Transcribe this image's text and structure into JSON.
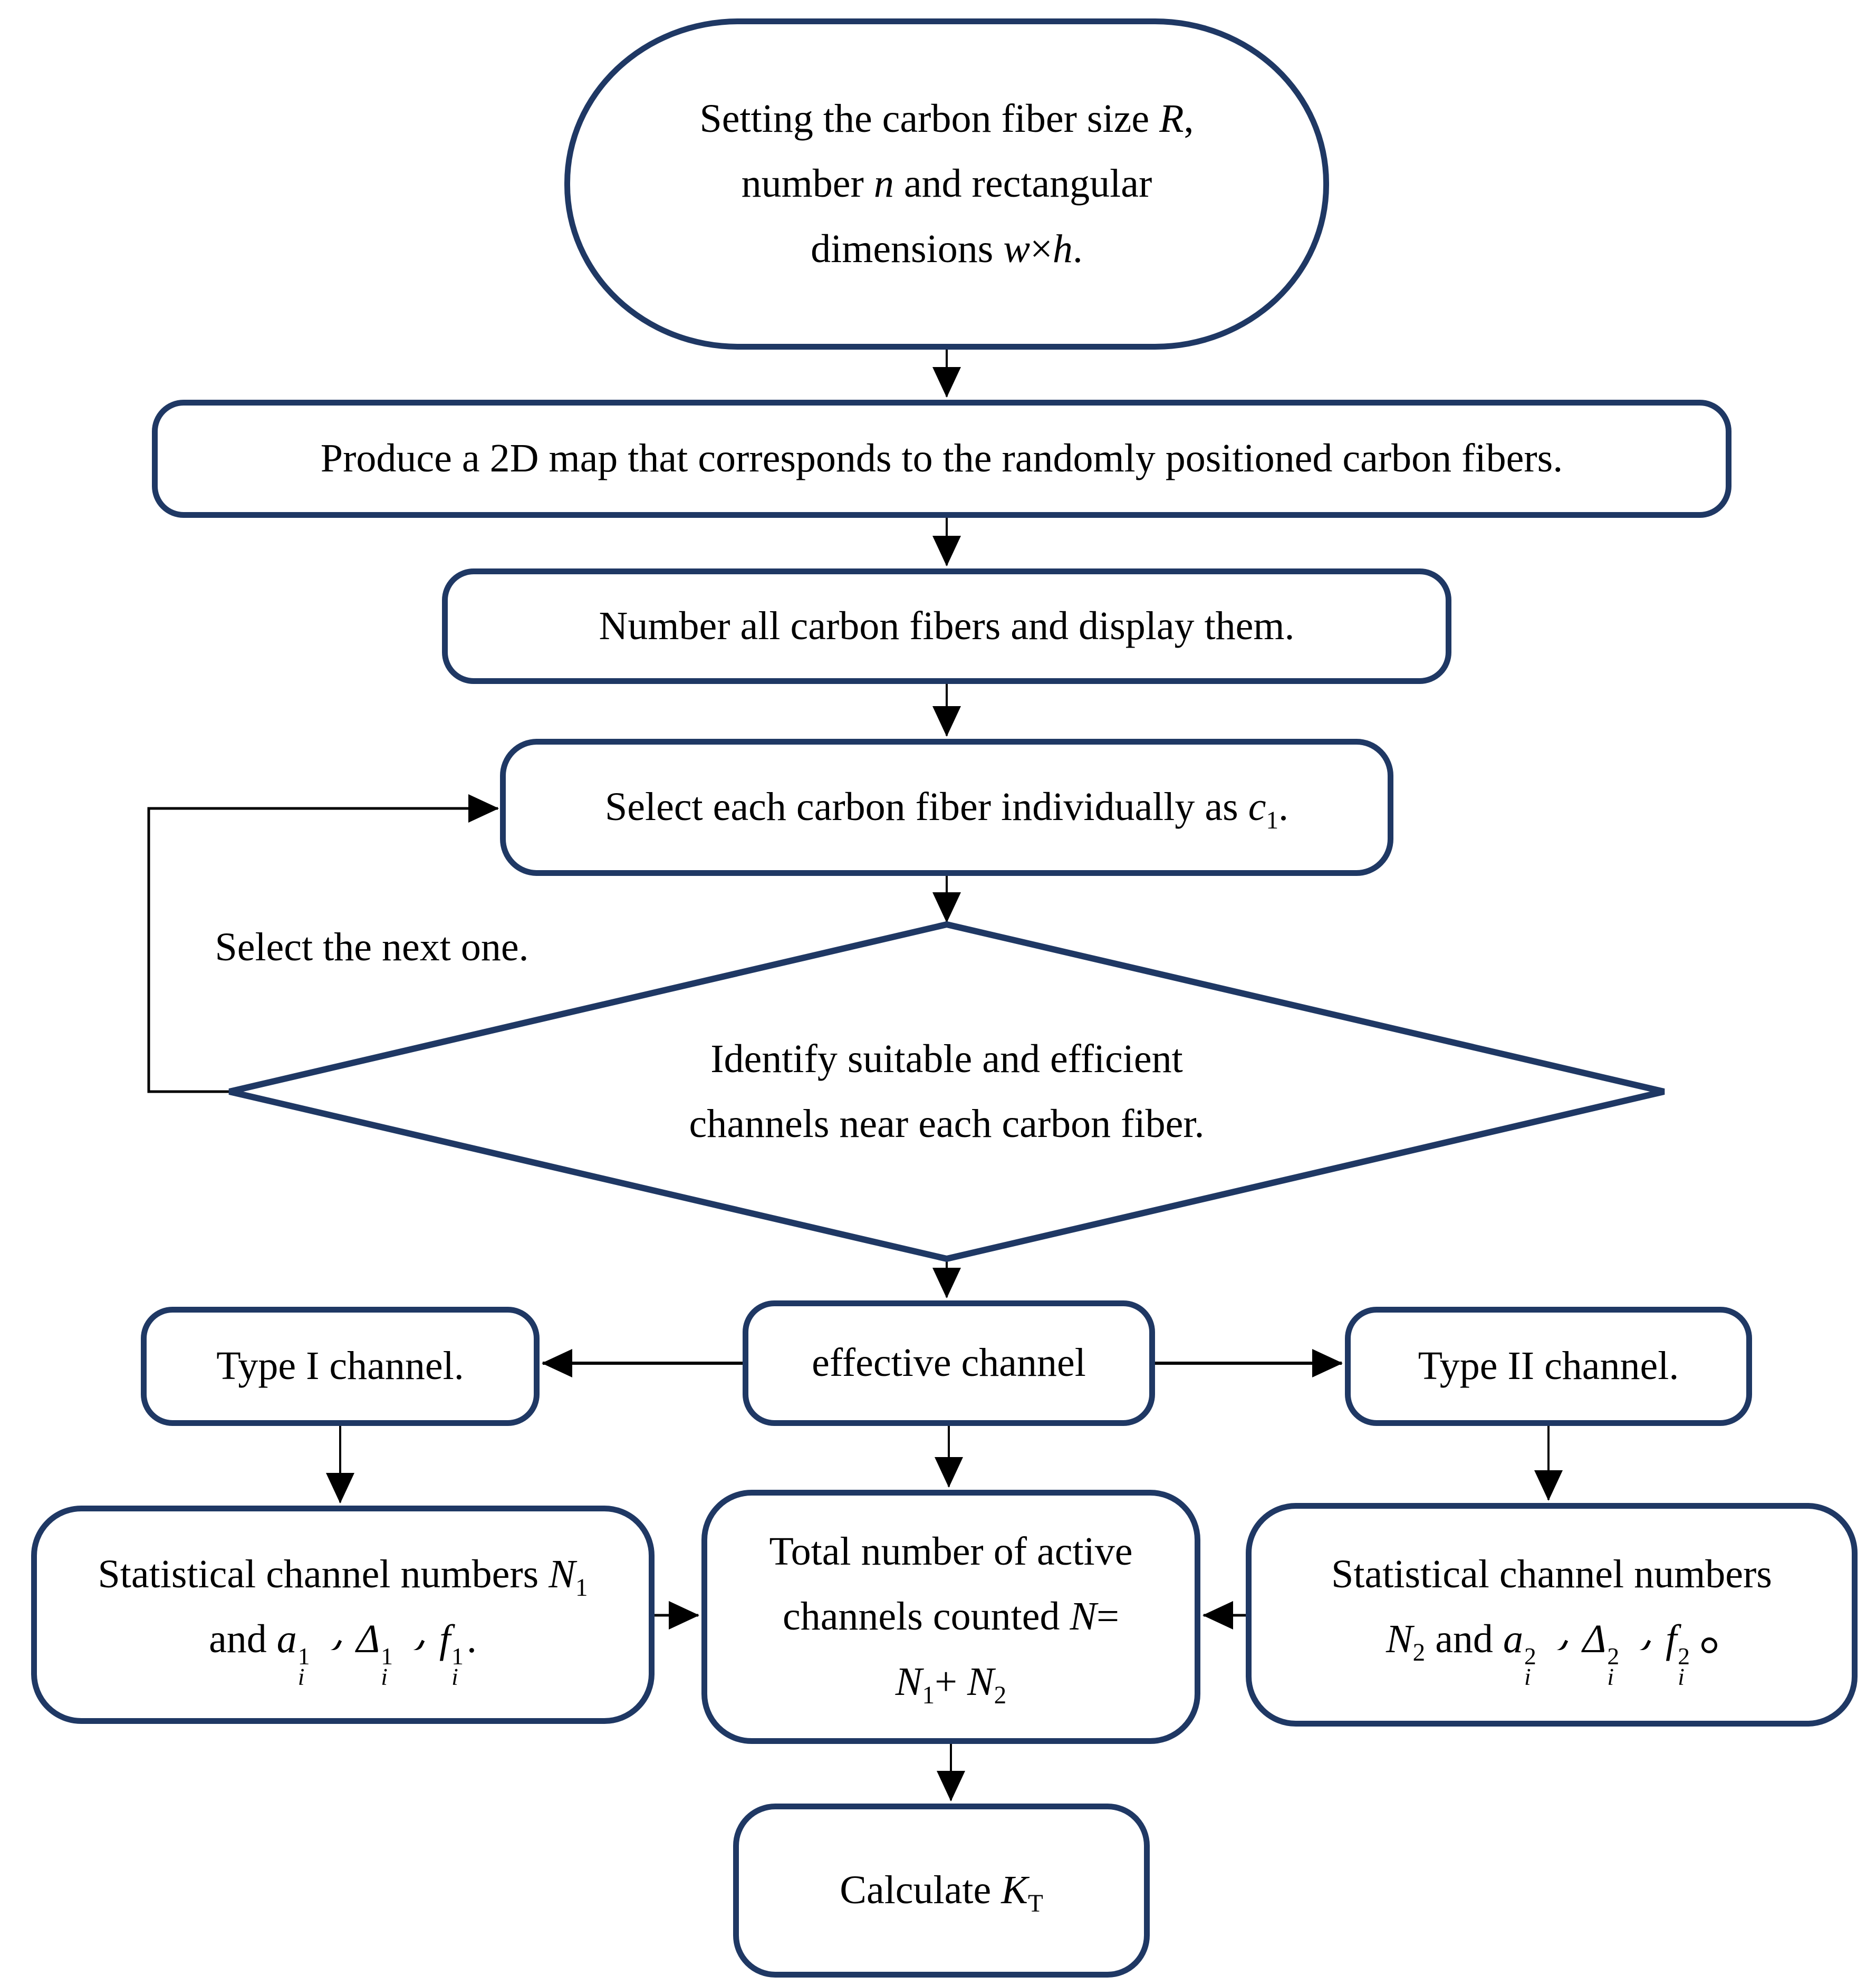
{
  "palette": {
    "border": "#1f3864",
    "line": "#000000",
    "background": "#ffffff",
    "text": "#000000"
  },
  "labels": {
    "produce_map": "Produce a 2D map that corresponds to the randomly positioned carbon fibers.",
    "number_fibers": "Number all carbon fibers and display them.",
    "select_next": "Select the next one.",
    "diamond_line1": "Identify suitable and efficient",
    "diamond_line2": "channels near each carbon fiber.",
    "type1": "Type I channel.",
    "effective": "effective channel",
    "type2": "Type II channel."
  },
  "rich": {
    "start": [
      [
        {
          "t": "text",
          "v": "Setting the carbon fiber size "
        },
        {
          "t": "var",
          "v": "R"
        },
        {
          "t": "text",
          "v": ","
        }
      ],
      [
        {
          "t": "text",
          "v": "number "
        },
        {
          "t": "var",
          "v": "n"
        },
        {
          "t": "text",
          "v": " and rectangular"
        }
      ],
      [
        {
          "t": "text",
          "v": "dimensions "
        },
        {
          "t": "var",
          "v": "w"
        },
        {
          "t": "text",
          "v": "×"
        },
        {
          "t": "var",
          "v": "h"
        },
        {
          "t": "text",
          "v": "."
        }
      ]
    ],
    "select_fiber": [
      [
        {
          "t": "text",
          "v": "Select each carbon fiber individually as "
        },
        {
          "t": "varsub",
          "v": "c",
          "s": "1"
        },
        {
          "t": "text",
          "v": "."
        }
      ]
    ],
    "stat1": [
      [
        {
          "t": "text",
          "v": "Statistical channel numbers "
        },
        {
          "t": "varsub",
          "v": "N",
          "s": "1"
        }
      ],
      [
        {
          "t": "text",
          "v": "and "
        },
        {
          "t": "supsub",
          "b": "a",
          "p": "1",
          "s": "i"
        },
        {
          "t": "csep"
        },
        {
          "t": "supsub",
          "b": "Δ",
          "p": "1",
          "s": "i"
        },
        {
          "t": "csep"
        },
        {
          "t": "supsub",
          "b": "f",
          "p": "1",
          "s": "i"
        },
        {
          "t": "text",
          "v": "."
        }
      ]
    ],
    "total": [
      [
        {
          "t": "text",
          "v": "Total number of active"
        }
      ],
      [
        {
          "t": "text",
          "v": "channels counted "
        },
        {
          "t": "var",
          "v": "N"
        },
        {
          "t": "text",
          "v": "="
        }
      ],
      [
        {
          "t": "varsub",
          "v": "N",
          "s": "1"
        },
        {
          "t": "text",
          "v": "+ "
        },
        {
          "t": "varsub",
          "v": "N",
          "s": "2"
        }
      ]
    ],
    "stat2": [
      [
        {
          "t": "text",
          "v": "Statistical channel numbers"
        }
      ],
      [
        {
          "t": "varsub",
          "v": "N",
          "s": "2"
        },
        {
          "t": "text",
          "v": " and "
        },
        {
          "t": "supsub",
          "b": "a",
          "p": "2",
          "s": "i"
        },
        {
          "t": "csep"
        },
        {
          "t": "supsub",
          "b": "Δ",
          "p": "2",
          "s": "i"
        },
        {
          "t": "csep"
        },
        {
          "t": "supsub",
          "b": "f",
          "p": "2",
          "s": "i"
        },
        {
          "t": "cperiod"
        }
      ]
    ],
    "calc": [
      [
        {
          "t": "text",
          "v": "Calculate "
        },
        {
          "t": "varsub",
          "v": "K",
          "s": "T"
        }
      ]
    ]
  }
}
